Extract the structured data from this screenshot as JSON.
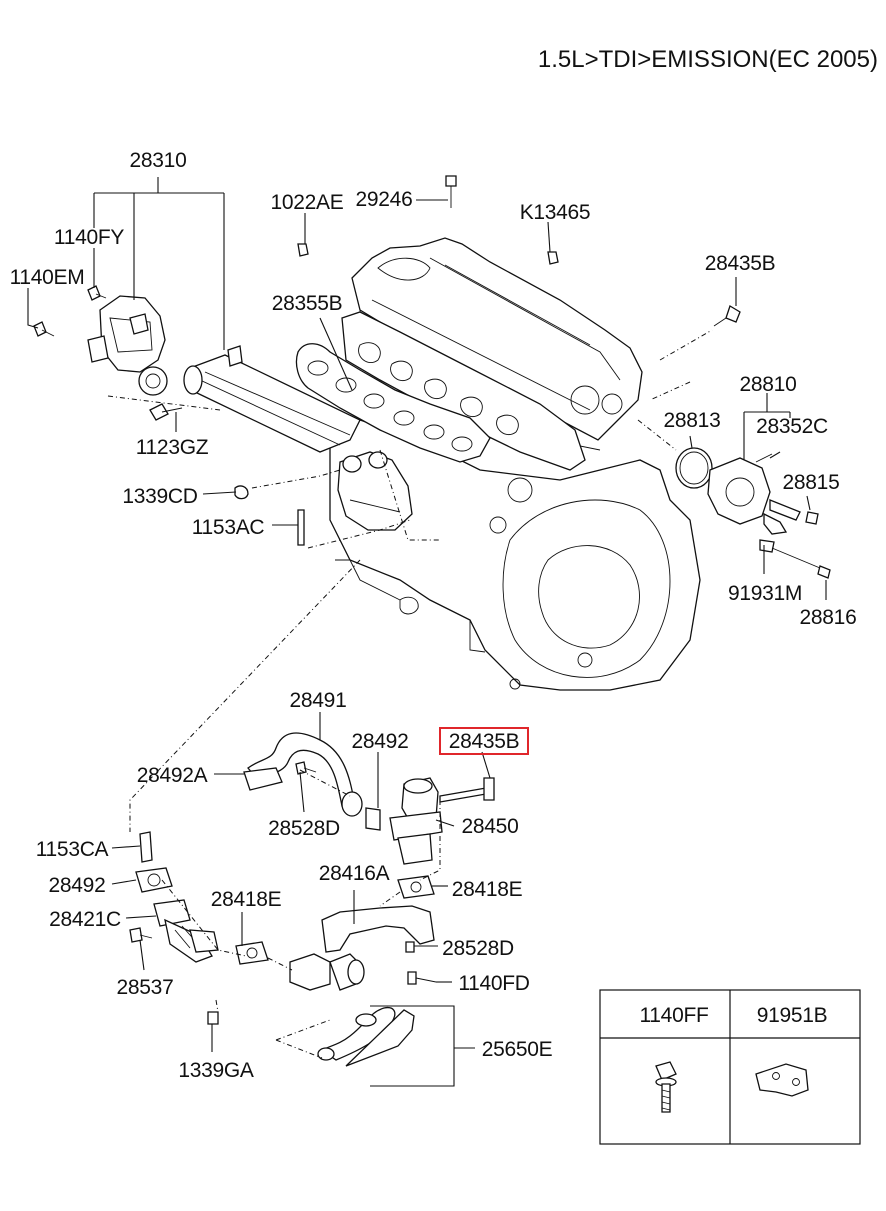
{
  "title": "1.5L>TDI>EMISSION(EC 2005)",
  "labels": {
    "p28310": "28310",
    "p1140FY": "1140FY",
    "p1140EM": "1140EM",
    "p1123GZ": "1123GZ",
    "p1339CD": "1339CD",
    "p1153AC": "1153AC",
    "p1022AE": "1022AE",
    "p29246": "29246",
    "pK13465": "K13465",
    "p28355B": "28355B",
    "p28435B_top": "28435B",
    "p28810": "28810",
    "p28813": "28813",
    "p28352C": "28352C",
    "p28815": "28815",
    "p91931M": "91931M",
    "p28816": "28816",
    "p28491": "28491",
    "p28492": "28492",
    "p28435B_hl": "28435B",
    "p28492A": "28492A",
    "p28528D_a": "28528D",
    "p28450": "28450",
    "p1153CA": "1153CA",
    "p28492_b": "28492",
    "p28421C": "28421C",
    "p28537": "28537",
    "p1339GA": "1339GA",
    "p28418E_a": "28418E",
    "p28416A": "28416A",
    "p28418E_b": "28418E",
    "p28528D_b": "28528D",
    "p1140FD": "1140FD",
    "p25650E": "25650E"
  },
  "table": {
    "col1": "1140FF",
    "col2": "91951B"
  },
  "highlight_color": "#e0262b"
}
